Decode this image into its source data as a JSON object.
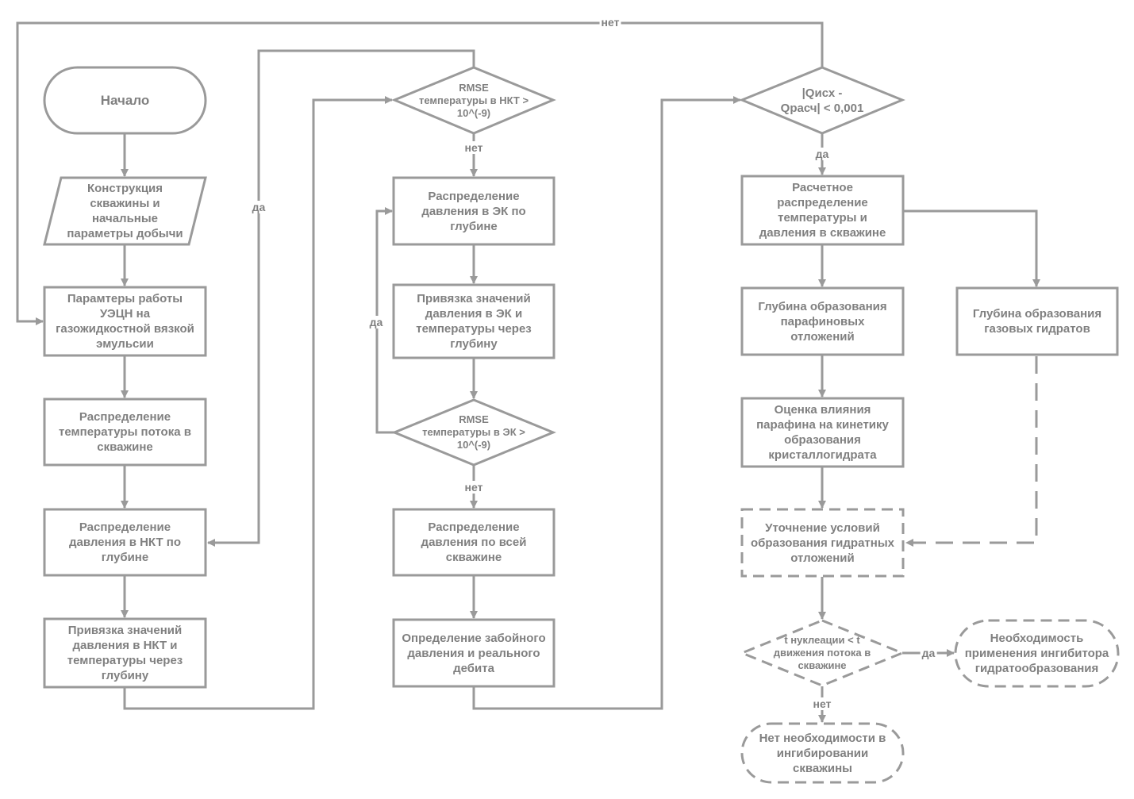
{
  "nodes": {
    "start": "Начало",
    "input": "Конструкция\nскважины и\nначальные\nпараметры добычи",
    "pump_params": "Парамтеры работы\nУЭЦН на\nгазожидкостной вязкой\nэмульсии",
    "temp_dist": "Распределение\nтемпературы потока в\nскважине",
    "press_nkt": "Распределение\nдавления в НКТ по\nглубине",
    "bind_nkt": "Привязка значений\nдавления в НКТ и\nтемпературы через\nглубину",
    "rmse_nkt": "RMSE\nтемпературы в НКТ >\n10^(-9)",
    "press_ek": "Распределение\nдавления в ЭК по\nглубине",
    "bind_ek": "Привязка значений\nдавления в ЭК и\nтемпературы через\nглубину",
    "rmse_ek": "RMSE\nтемпературы в      ЭК >\n10^(-9)",
    "press_all": "Распределение\nдавления по всей\nскважине",
    "bhp": "Определение забойного\nдавления и реального\nдебита",
    "q_check": "|Qисх -\nQрасч| < 0,001",
    "calc_dist": "Расчетное\nраспределение\nтемпературы и\nдавления в скважине",
    "paraffin_depth": "Глубина образования\nпарафиновых\nотложений",
    "hydrate_depth": "Глубина образования\nгазовых гидратов",
    "paraffin_effect": "Оценка влияния\nпарафина на кинетику\nобразования\nкристаллогидрата",
    "refine": "Уточнение условий\nобразования гидратных\nотложений",
    "nucleation": "t нуклеации < t\nдвижения потока в\nскважине",
    "inhibitor": "Необходимость\nприменения ингибитора\nгидратообразования",
    "no_inhibit": "Нет необходимости в\nингибировании\nскважины"
  },
  "labels": {
    "no_top": "нет",
    "yes_left": "да",
    "no_rmse_nkt": "нет",
    "yes_rmse_ek": "да",
    "no_rmse_ek": "нет",
    "yes_q": "да",
    "yes_nucl": "да",
    "no_nucl": "нет"
  }
}
